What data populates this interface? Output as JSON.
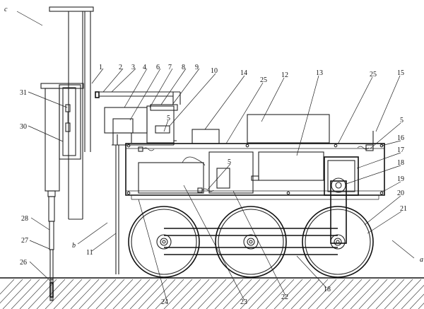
{
  "labels": {
    "n1": "1",
    "n2": "2",
    "n3": "3",
    "n4": "4",
    "n6": "6",
    "n7": "7",
    "n8": "8",
    "n9": "9",
    "n10": "10",
    "n14": "14",
    "n25a": "25",
    "n12": "12",
    "n13": "13",
    "n25b": "25",
    "n15": "15",
    "n5a": "5",
    "n5b": "5",
    "n5c": "5",
    "n16": "16",
    "n17": "17",
    "n18a": "18",
    "n19": "19",
    "n20": "20",
    "n21": "21",
    "n31": "31",
    "n30": "30",
    "n28": "28",
    "n27": "27",
    "n26": "26",
    "n11": "11",
    "n24": "24",
    "n23": "23",
    "n22": "22",
    "n18b": "18",
    "la": "a",
    "lb": "b",
    "lc": "c"
  }
}
